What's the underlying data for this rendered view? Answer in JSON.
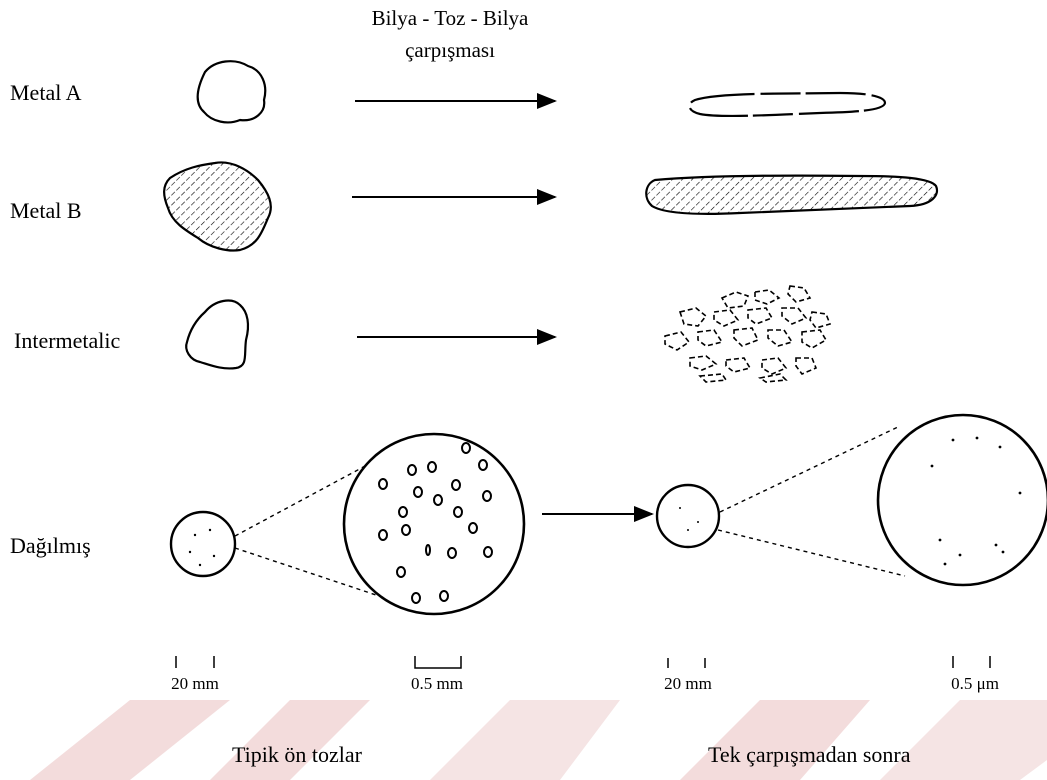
{
  "header": {
    "line1": "Bilya - Toz - Bilya",
    "line2": "çarpışması"
  },
  "rows": [
    {
      "label": "Metal A"
    },
    {
      "label": "Metal B"
    },
    {
      "label": "Intermetalic"
    },
    {
      "label": "Dağılmış"
    }
  ],
  "scales": [
    {
      "bar": "|    |",
      "text": "20 mm"
    },
    {
      "bar": "",
      "text": "0.5 mm"
    },
    {
      "bar": "",
      "text": "20 mm"
    },
    {
      "bar": "",
      "text": "0.5 μm"
    }
  ],
  "footer": {
    "left": "Tipik ön tozlar",
    "right": "Tek çarpışmadan sonra"
  },
  "colors": {
    "ink": "#000000",
    "watermark": "#f3dcdc"
  }
}
